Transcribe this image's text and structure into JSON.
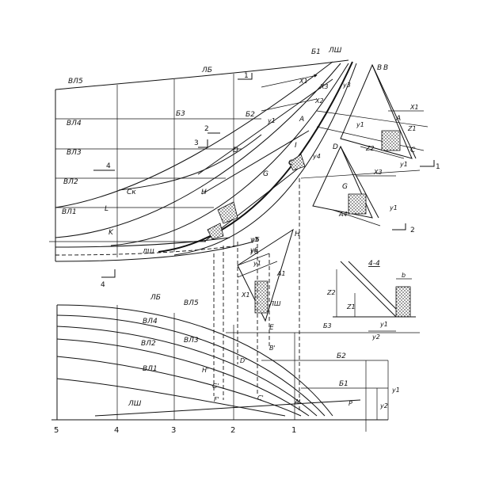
{
  "top_view": {
    "waterlines": [
      "ВЛ5",
      "ВЛ4",
      "ВЛ3",
      "ВЛ2",
      "ВЛ1"
    ],
    "lines": [
      "ЛБ",
      "Б1",
      "ЛШ",
      "Б3",
      "Б2"
    ],
    "points": [
      "B",
      "D",
      "G",
      "H",
      "C",
      "K",
      "L",
      "Cк",
      "A",
      "I"
    ],
    "section_marks": [
      "4",
      "4",
      "1",
      "1",
      "2",
      "2",
      "3"
    ],
    "dims": [
      "X1",
      "X2",
      "X3",
      "y1",
      "y3",
      "y4",
      "y5",
      "y6",
      "ЛШ"
    ]
  },
  "detail_1": {
    "label_top": "B",
    "points": [
      "A",
      "C"
    ],
    "dims": [
      "X1",
      "y1",
      "Z2",
      "Z1",
      "y1"
    ],
    "mark": "1"
  },
  "detail_2": {
    "points": [
      "D",
      "G"
    ],
    "dims": [
      "X3",
      "y1",
      "A4"
    ],
    "mark": "2"
  },
  "detail_3": {
    "points": [
      "H",
      "E"
    ],
    "dims": [
      "y1",
      "y6",
      "y1",
      "X1",
      "A1",
      "ЛШ"
    ]
  },
  "detail_44": {
    "title": "4-4",
    "dims": [
      "b",
      "Z2",
      "Z1",
      "y1",
      "y2"
    ],
    "lines": [
      "Б3"
    ]
  },
  "plan_view": {
    "lines": [
      "ЛБ",
      "ВЛ5",
      "ВЛ4",
      "ВЛ3",
      "ВЛ2",
      "ВЛ1",
      "ЛШ",
      "Б2",
      "Б1"
    ],
    "points": [
      "B'",
      "D'",
      "H'",
      "G'",
      "F'",
      "C'",
      "A'",
      "P"
    ],
    "stations": [
      "5",
      "4",
      "3",
      "2",
      "1"
    ],
    "dims": [
      "y1",
      "y2"
    ]
  }
}
